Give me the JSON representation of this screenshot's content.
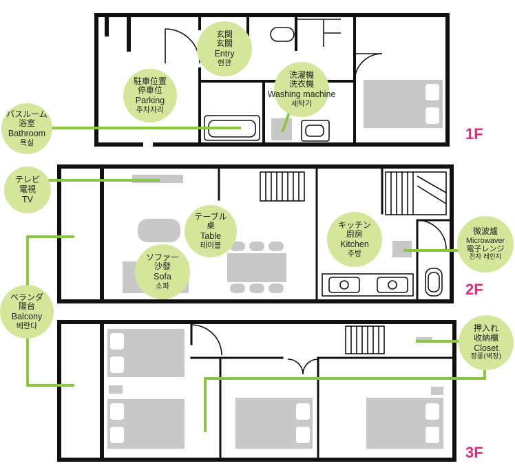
{
  "colors": {
    "accent_green": "#8cc63f",
    "label_bg": "#d4e69a",
    "floor_label": "#d92b7e",
    "wall": "#111111",
    "furniture": "#c8c8c8"
  },
  "floors": {
    "f1": "1F",
    "f2": "2F",
    "f3": "3F"
  },
  "labels": {
    "entry": {
      "ja1": "玄関",
      "ja2": "玄關",
      "en": "Entry",
      "ko": "현관"
    },
    "parking": {
      "ja1": "駐車位置",
      "ja2": "停車位",
      "en": "Parking",
      "ko": "주차자리"
    },
    "washing": {
      "ja1": "洗濯機",
      "ja2": "洗衣機",
      "en": "Washing machine",
      "ko": "세탁기"
    },
    "bathroom": {
      "ja1": "バスルーム",
      "ja2": "浴室",
      "en": "Bathroom",
      "ko": "욕실"
    },
    "tv": {
      "ja1": "テレビ",
      "ja2": "電視",
      "en": "TV"
    },
    "table": {
      "ja1": "テーブル",
      "ja2": "桌",
      "en": "Table",
      "ko": "테이블"
    },
    "kitchen": {
      "ja1": "キッチン",
      "ja2": "廚房",
      "en": "Kitchen",
      "ko": "주방"
    },
    "microwave": {
      "ja1": "微波爐",
      "en": "Microwaver",
      "ja2": "電子レンジ",
      "ko": "전자 레인지"
    },
    "sofa": {
      "ja1": "ソファー",
      "ja2": "沙發",
      "en": "Sofa",
      "ko": "소파"
    },
    "balcony": {
      "ja1": "ベランダ",
      "ja2": "陽台",
      "en": "Balcony",
      "ko": "베란다"
    },
    "closet": {
      "ja1": "押入れ",
      "ja2": "收納櫃",
      "en": "Closet",
      "ko": "장롱(벽장)"
    }
  }
}
